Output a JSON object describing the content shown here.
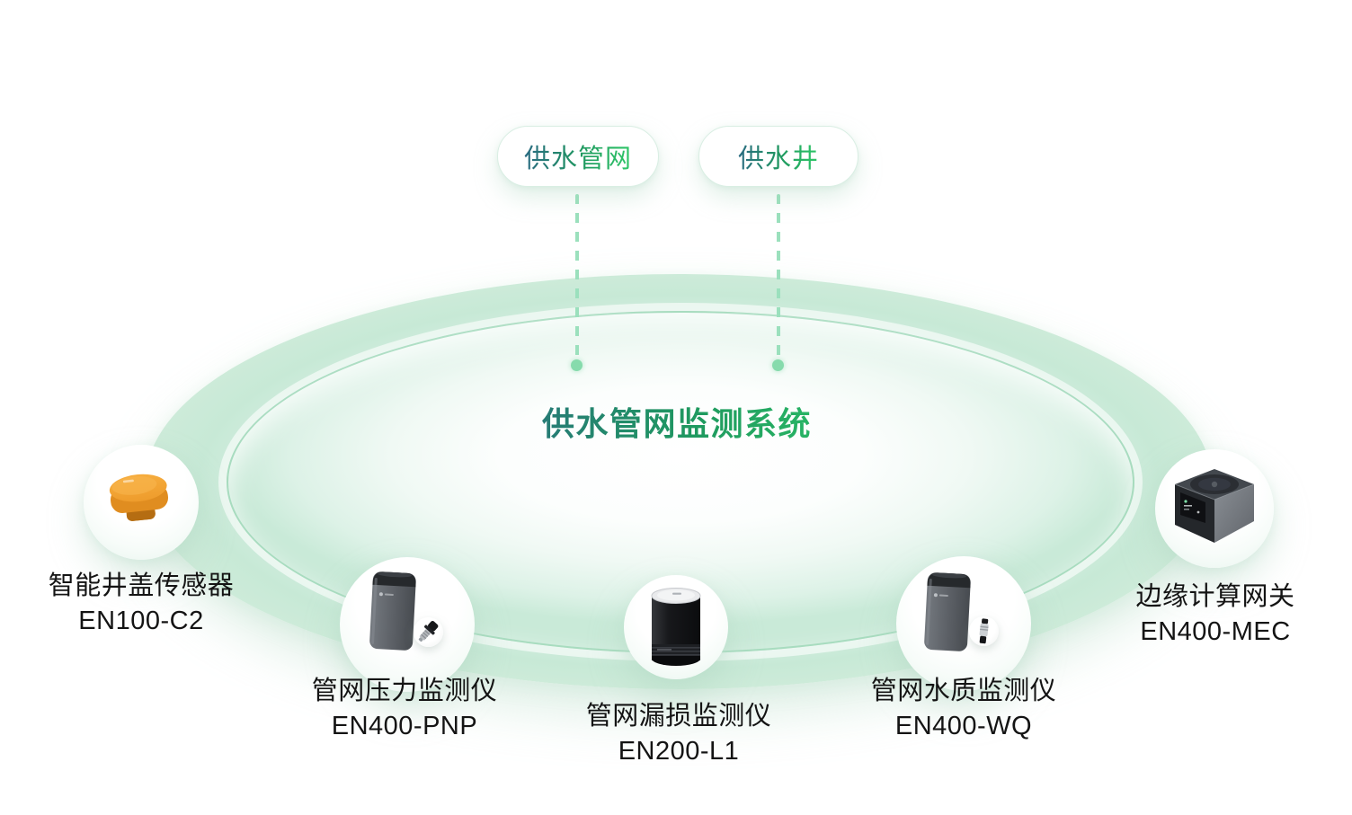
{
  "center": {
    "title": "供水管网监测系统"
  },
  "tags": [
    {
      "label": "供水管网"
    },
    {
      "label": "供水井"
    }
  ],
  "devices": [
    {
      "name": "智能井盖传感器",
      "model": "EN100-C2",
      "icon": "manhole-cover-sensor-icon"
    },
    {
      "name": "管网压力监测仪",
      "model": "EN400-PNP",
      "icon": "pressure-monitor-icon"
    },
    {
      "name": "管网漏损监测仪",
      "model": "EN200-L1",
      "icon": "leakage-monitor-icon"
    },
    {
      "name": "管网水质监测仪",
      "model": "EN400-WQ",
      "icon": "water-quality-monitor-icon"
    },
    {
      "name": "边缘计算网关",
      "model": "EN400-MEC",
      "icon": "edge-gateway-icon"
    }
  ],
  "colors": {
    "accent_teal": "#2a6a82",
    "accent_green": "#2fc868",
    "dash_green": "#9be0bd",
    "ring_green": "#cdebd9",
    "device_orange": "#f0a032",
    "text_dark": "#141414"
  }
}
